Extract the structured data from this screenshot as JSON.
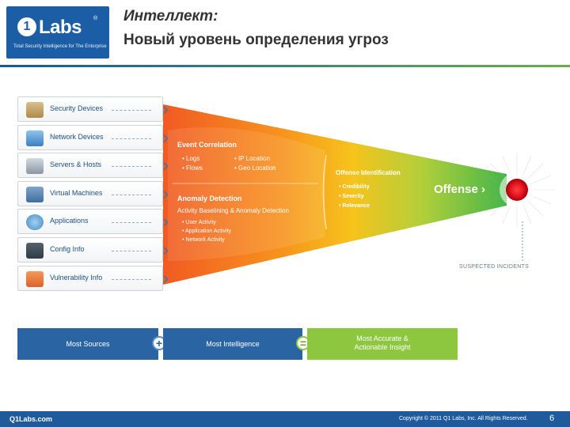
{
  "header": {
    "logo_number": "1",
    "logo_word": "Labs",
    "logo_reg": "®",
    "logo_tagline": "Total Security Intelligence for The Enterprise",
    "title": "Интеллект:",
    "subtitle": "Новый уровень определения угроз"
  },
  "sources": [
    {
      "label": "Security Devices",
      "icon": "lock-icon",
      "color": "#b08a4a"
    },
    {
      "label": "Network Devices",
      "icon": "network-cloud-icon",
      "color": "#3b7fc0"
    },
    {
      "label": "Servers & Hosts",
      "icon": "server-icon",
      "color": "#8a96a3"
    },
    {
      "label": "Virtual Machines",
      "icon": "virtual-machine-icon",
      "color": "#3e6f9e"
    },
    {
      "label": "Applications",
      "icon": "globe-icon",
      "color": "#4a8ac0"
    },
    {
      "label": "Config Info",
      "icon": "monitor-icon",
      "color": "#2f3b45"
    },
    {
      "label": "Vulnerability Info",
      "icon": "vulnerability-icon",
      "color": "#e0602a"
    }
  ],
  "funnel": {
    "event_correlation": "Event Correlation",
    "ec_bullets": [
      "• Logs",
      "• Flows",
      "• IP Location",
      "• Geo Location"
    ],
    "anomaly_detection": "Anomaly Detection",
    "anomaly_sub": "Activity Baselining & Anomaly Detection",
    "ad_bullets": [
      "• User Activity",
      "• Application Activity",
      "• Network Activity"
    ],
    "offense_identification": "Offense Identification",
    "oi_bullets": [
      "• Credibility",
      "• Severity",
      "• Relevance"
    ],
    "offense": "Offense ›",
    "suspected": "SUSPECTED INCIDENTS"
  },
  "equation": {
    "first": "Most Sources",
    "plus": "+",
    "second": "Most Intelligence",
    "equals": "=",
    "result": "Most Accurate &\nActionable Insight"
  },
  "footer": {
    "logo": "Q1Labs.com",
    "copyright": "Copyright © 2011 Q1 Labs, Inc. All Rights Reserved.",
    "page": "6"
  },
  "colors": {
    "brand_blue": "#1b5ea6",
    "funnel_orange": "#f26522",
    "funnel_yellow": "#f6b31b",
    "funnel_green": "#4cb848",
    "result_green": "#8dc63f",
    "offense_red": "#e3141f"
  }
}
